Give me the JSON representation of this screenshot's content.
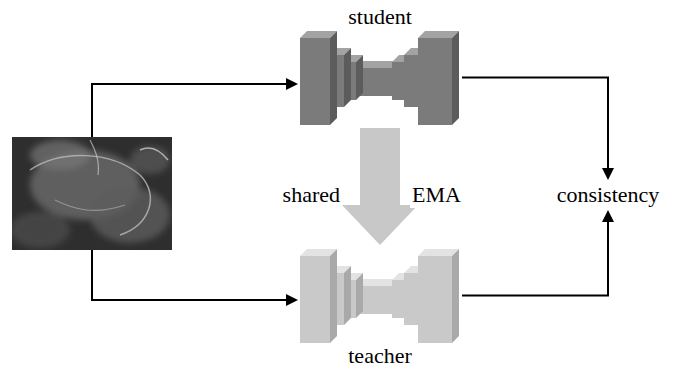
{
  "diagram": {
    "nodes": [
      {
        "text": [
          "student"
        ]
      },
      {
        "text": [
          "teacher"
        ]
      },
      {
        "text": [
          "consistency"
        ]
      }
    ],
    "edges": [
      {
        "from": 0,
        "to": 1,
        "arrow": "to"
      },
      {
        "from": 0,
        "to": 2,
        "arrow": "to"
      },
      {
        "from": 1,
        "to": 2,
        "arrow": "to"
      }
    ],
    "labels": [
      "shared",
      "EMA"
    ]
  }
}
